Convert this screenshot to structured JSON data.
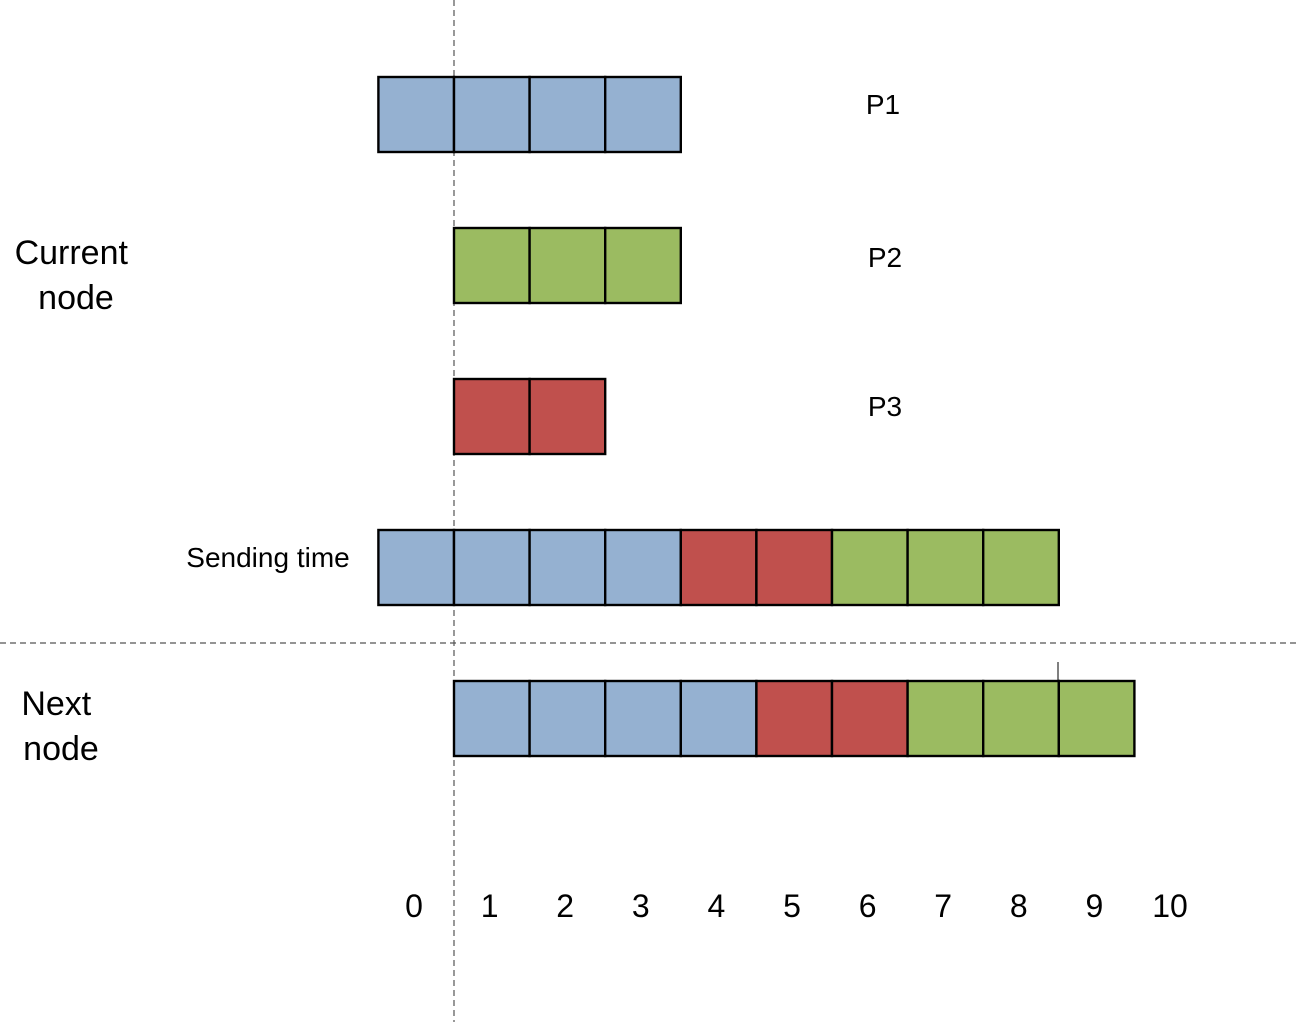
{
  "colors": {
    "P1": "#95b1d1",
    "P2": "#9bbb61",
    "P3": "#c0504d",
    "outline": "#000000",
    "guide": "#555555"
  },
  "sections": {
    "current_node": [
      "Current",
      "node"
    ],
    "next_node": [
      "Next",
      "node"
    ]
  },
  "rows": [
    {
      "id": "p1",
      "label": "P1",
      "start": -1,
      "cells": [
        "P1",
        "P1",
        "P1",
        "P1"
      ]
    },
    {
      "id": "p2",
      "label": "P2",
      "start": 0,
      "cells": [
        "P2",
        "P2",
        "P2"
      ]
    },
    {
      "id": "p3",
      "label": "P3",
      "start": 0,
      "cells": [
        "P3",
        "P3"
      ]
    },
    {
      "id": "sending",
      "label": "Sending time",
      "start": -1,
      "cells": [
        "P1",
        "P1",
        "P1",
        "P1",
        "P3",
        "P3",
        "P2",
        "P2",
        "P2"
      ]
    },
    {
      "id": "next",
      "label": "",
      "start": 0,
      "cells": [
        "P1",
        "P1",
        "P1",
        "P1",
        "P3",
        "P3",
        "P2",
        "P2",
        "P2"
      ]
    }
  ],
  "axis_ticks": [
    "0",
    "1",
    "2",
    "3",
    "4",
    "5",
    "6",
    "7",
    "8",
    "9",
    "10"
  ]
}
